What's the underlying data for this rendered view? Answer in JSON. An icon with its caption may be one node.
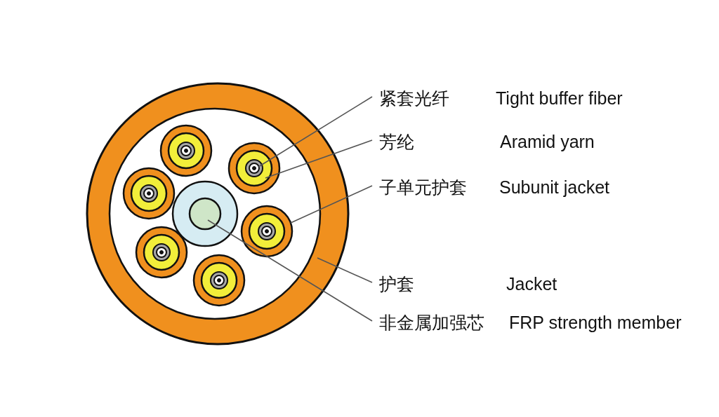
{
  "diagram": {
    "nodes": [
      {
        "text": [
          "紧套光纤",
          "Tight buffer fiber"
        ]
      },
      {
        "text": [
          "芳纶",
          "Aramid yarn"
        ]
      },
      {
        "text": [
          "子单元护套",
          "Subunit jacket"
        ]
      },
      {
        "text": [
          "护套",
          "Jacket"
        ]
      },
      {
        "text": [
          "非金属加强芯",
          "FRP strength member"
        ]
      },
      {
        "text": [],
        "shape": "circle",
        "in": 6
      },
      {
        "text": [],
        "shape": "circle",
        "in": 10
      },
      {
        "text": [],
        "shape": "circle",
        "in": 8
      },
      {
        "text": [],
        "shape": "circle"
      },
      {
        "text": [],
        "shape": "circle",
        "in": 8
      },
      {
        "text": [],
        "shape": "circle",
        "in": 8
      }
    ],
    "edges": [
      {
        "from": 0,
        "to": 5,
        "arrow": "none"
      },
      {
        "from": 1,
        "to": 6,
        "arrow": "none"
      },
      {
        "from": 2,
        "to": 7,
        "arrow": "none"
      },
      {
        "from": 3,
        "to": 8,
        "arrow": "none"
      },
      {
        "from": 4,
        "to": 9,
        "arrow": "none"
      }
    ]
  }
}
